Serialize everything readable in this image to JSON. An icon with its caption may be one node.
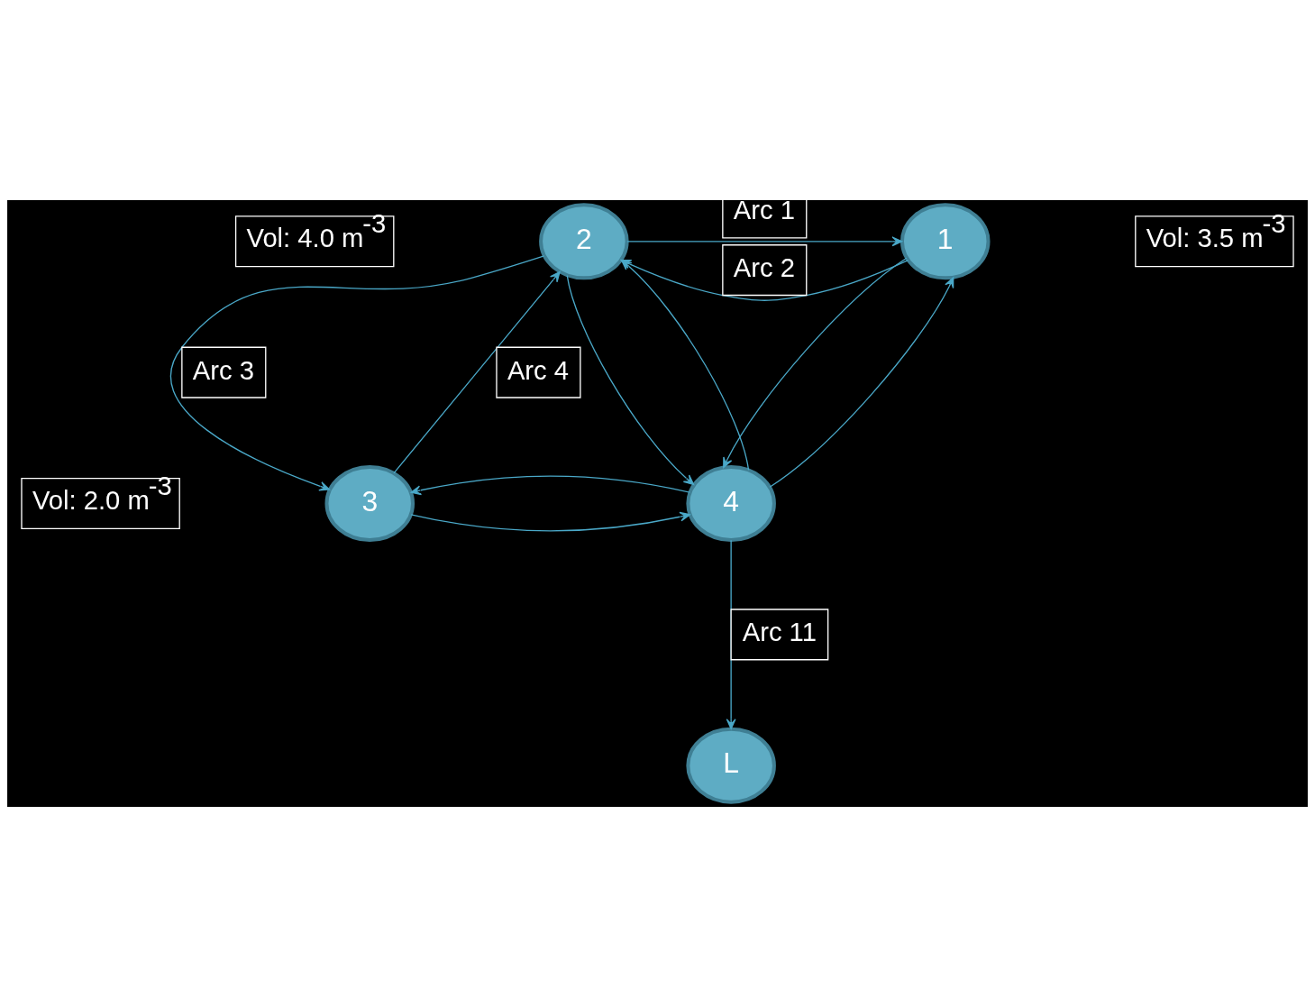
{
  "diagram": {
    "nodes": [
      {
        "text": [
          "2"
        ]
      },
      {
        "text": [
          "1"
        ]
      },
      {
        "text": [
          "3"
        ]
      },
      {
        "text": [
          "4"
        ]
      },
      {
        "text": [
          "L"
        ]
      }
    ],
    "edges": [
      {
        "from": 0,
        "to": 1,
        "arrow": "to",
        "label": "Arc 1"
      },
      {
        "from": 1,
        "to": 0,
        "arrow": "to",
        "label": "Arc 2"
      },
      {
        "from": 0,
        "to": 2,
        "arrow": "to",
        "label": "Arc 3"
      },
      {
        "from": 2,
        "to": 0,
        "arrow": "to",
        "label": "Arc 4"
      },
      {
        "from": 0,
        "to": 3,
        "arrow": "to"
      },
      {
        "from": 3,
        "to": 0,
        "arrow": "to"
      },
      {
        "from": 1,
        "to": 3,
        "arrow": "to"
      },
      {
        "from": 3,
        "to": 1,
        "arrow": "to"
      },
      {
        "from": 2,
        "to": 3,
        "arrow": "to"
      },
      {
        "from": 3,
        "to": 2,
        "arrow": "to"
      },
      {
        "from": 3,
        "to": 4,
        "arrow": "to",
        "label": "Arc 11"
      }
    ],
    "labels": [
      "Vol: 4.0 m$^{-3}$",
      "Vol: 3.5 m$^{-3}$",
      "Vol: 2.0 m$^{-3}$"
    ]
  }
}
